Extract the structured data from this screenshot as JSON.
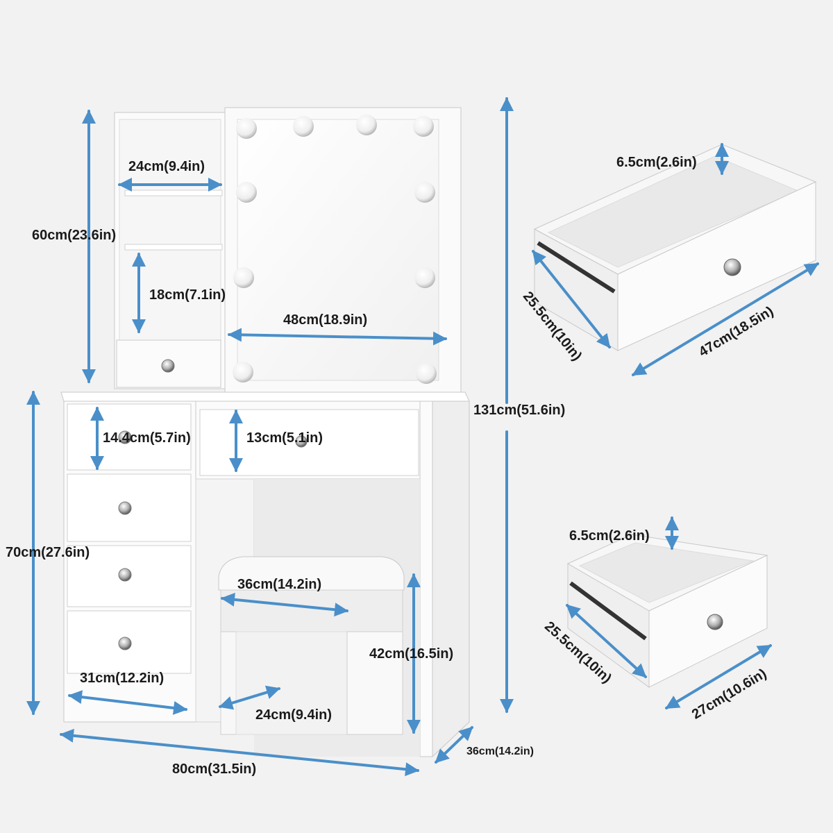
{
  "colors": {
    "background": "#f2f2f2",
    "dimension_arrow": "#4a8fc9",
    "furniture_white": "#fbfbfb",
    "furniture_edge": "#c8c8c8",
    "text": "#1a1a1a"
  },
  "vanity": {
    "mirror_width": "48cm(18.9in)",
    "shelf_width": "24cm(9.4in)",
    "hutch_height": "60cm(23.6in)",
    "shelf_gap": "18cm(7.1in)",
    "top_drawer_height": "14.4cm(5.7in)",
    "center_drawer_height": "13cm(5.1in)",
    "desk_height": "70cm(27.6in)",
    "total_height": "131cm(51.6in)",
    "drawer_width": "31cm(12.2in)",
    "total_width": "80cm(31.5in)",
    "total_depth": "36cm(14.2in)"
  },
  "stool": {
    "width": "36cm(14.2in)",
    "depth": "24cm(9.4in)",
    "height": "42cm(16.5in)"
  },
  "large_drawer": {
    "height": "6.5cm(2.6in)",
    "depth": "25.5cm(10in)",
    "width": "47cm(18.5in)"
  },
  "small_drawer": {
    "height": "6.5cm(2.6in)",
    "depth": "25.5cm(10in)",
    "width": "27cm(10.6in)"
  },
  "icons": [
    "crystal-knob-icon",
    "vanity-bulb-icon",
    "drawer-slide-icon"
  ]
}
